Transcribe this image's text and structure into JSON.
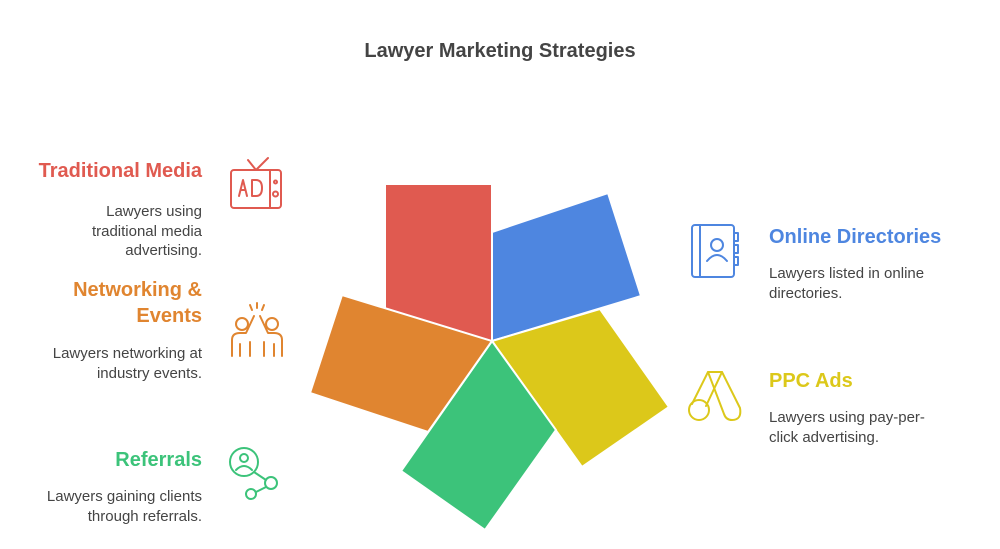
{
  "title": "Lawyer Marketing Strategies",
  "colors": {
    "traditional_media": "#E05A50",
    "networking_events": "#E08530",
    "referrals": "#3CC37A",
    "online_directories": "#4E86E0",
    "ppc_ads": "#DCC81A"
  },
  "items": {
    "traditional_media": {
      "title": "Traditional Media",
      "desc": [
        "Lawyers using",
        "traditional media",
        "advertising."
      ],
      "icon": "tv-ad-icon"
    },
    "networking_events": {
      "title": [
        "Networking &",
        "Events"
      ],
      "desc": [
        "Lawyers networking at",
        "industry events."
      ],
      "icon": "people-high-five-icon"
    },
    "referrals": {
      "title": "Referrals",
      "desc": [
        "Lawyers gaining clients",
        "through referrals."
      ],
      "icon": "user-share-icon"
    },
    "online_directories": {
      "title": "Online Directories",
      "desc": [
        "Lawyers listed in online",
        "directories."
      ],
      "icon": "address-book-icon"
    },
    "ppc_ads": {
      "title": "PPC Ads",
      "desc": [
        "Lawyers using pay-per-",
        "click advertising."
      ],
      "icon": "google-ads-icon"
    }
  }
}
